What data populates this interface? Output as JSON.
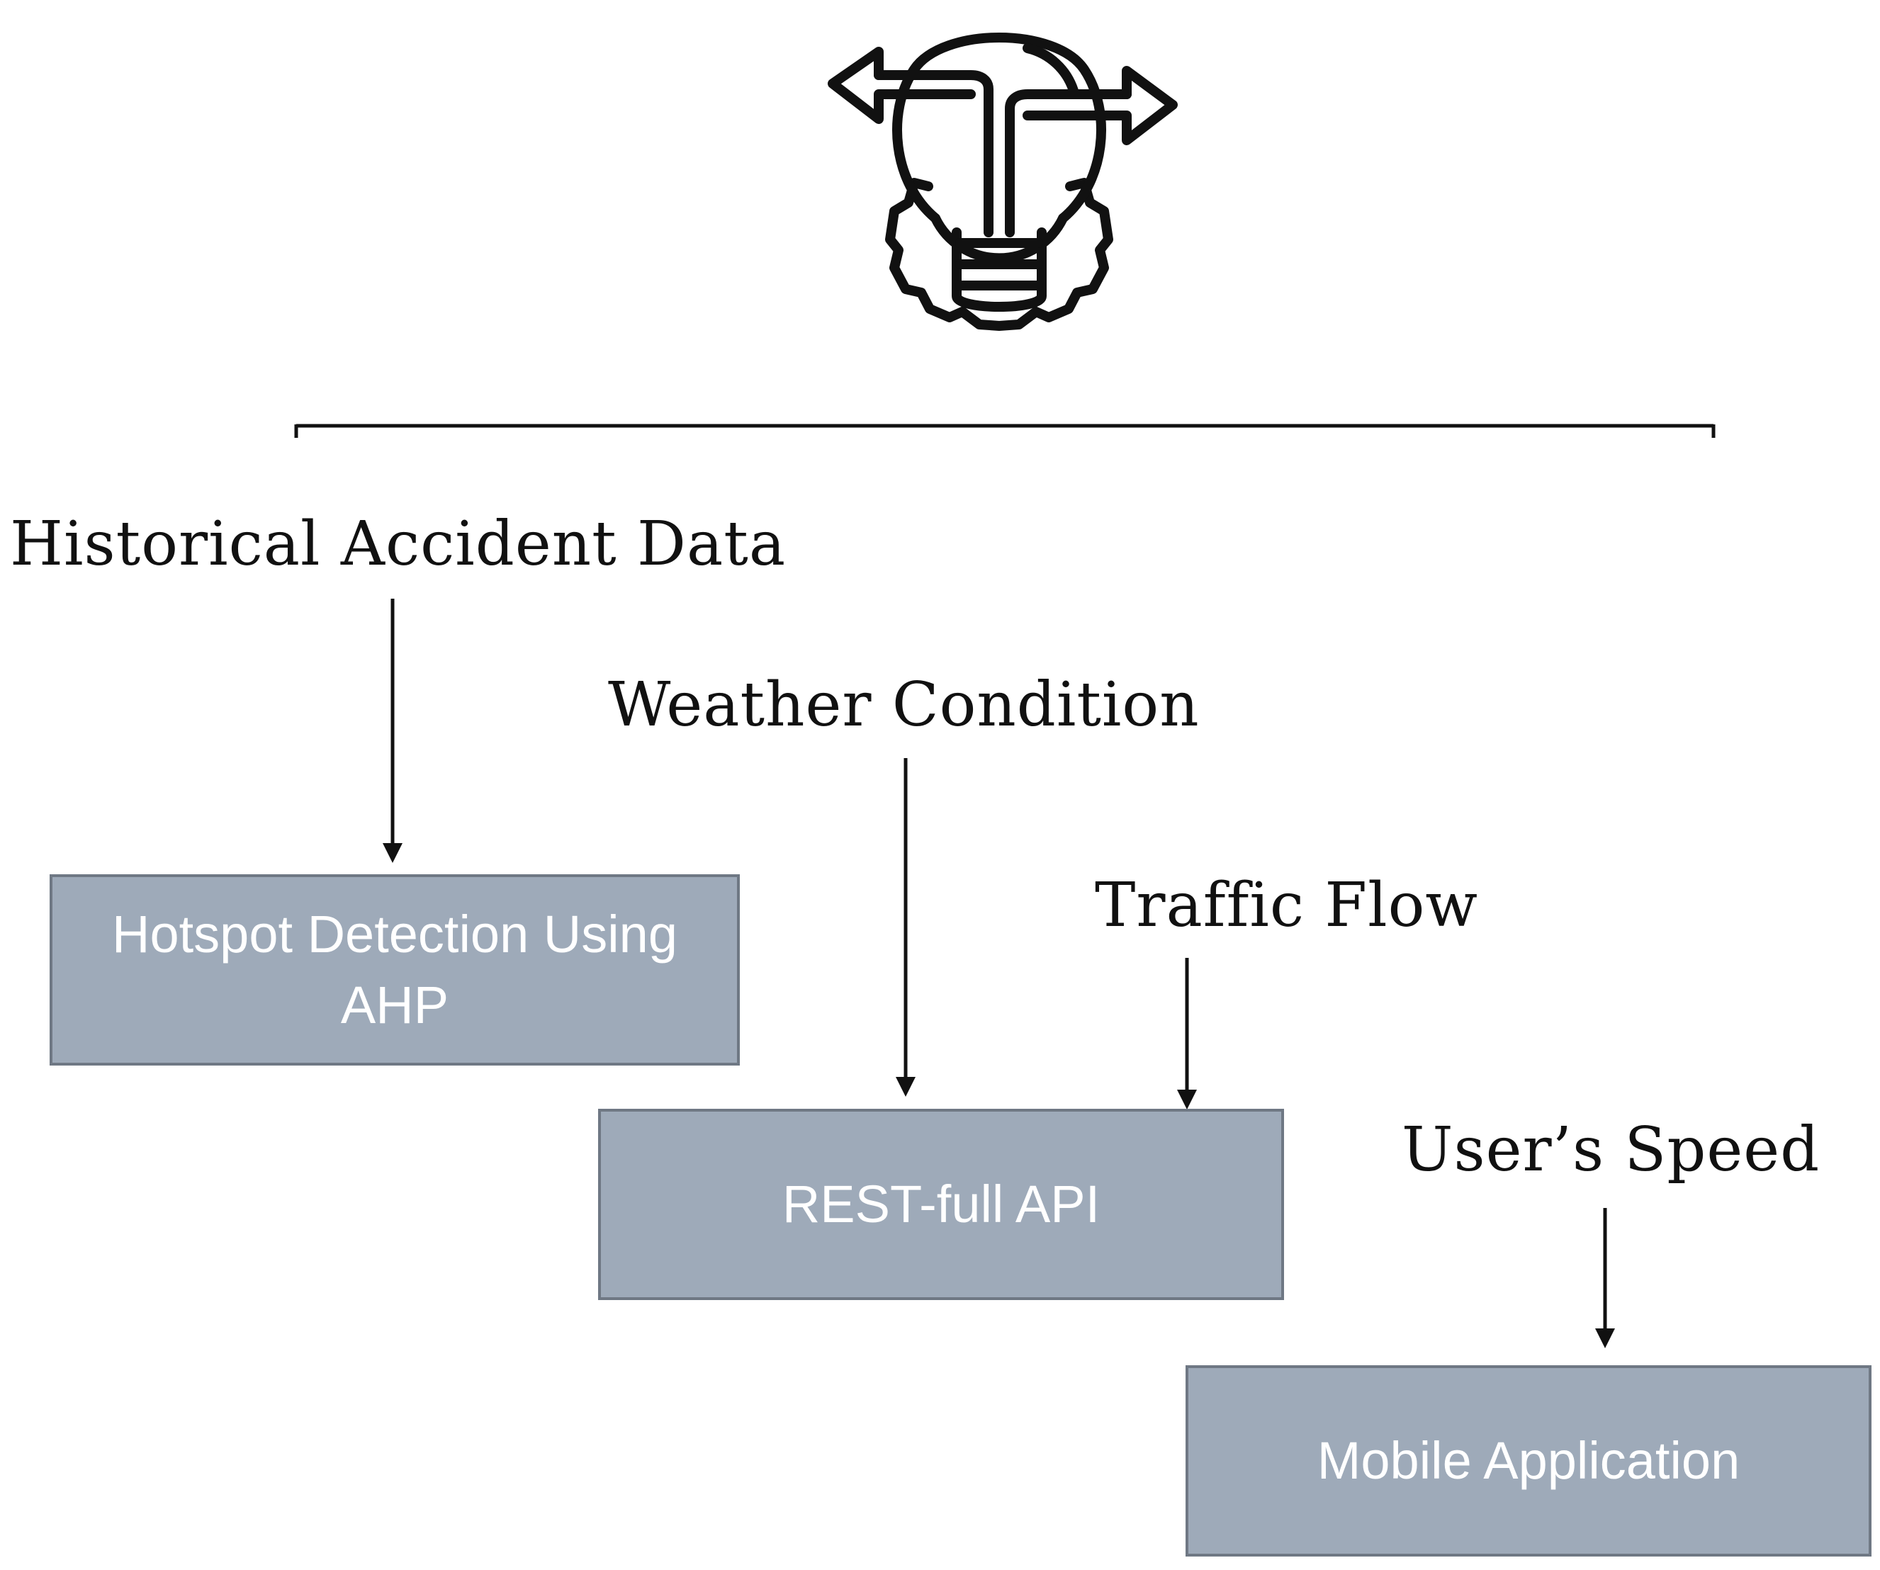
{
  "header_icon": "lightbulb-gear-arrows-icon",
  "inputs": {
    "historical": "Historical Accident Data",
    "weather": "Weather Condition",
    "traffic": "Traffic Flow",
    "speed": "User’s Speed"
  },
  "components": {
    "hotspot": "Hotspot Detection Using AHP",
    "api": "REST-full API",
    "mobile": "Mobile Application"
  },
  "colors": {
    "box_fill": "#9eaab9",
    "box_border": "#6f7884",
    "box_text": "#ffffff",
    "line": "#111111"
  }
}
